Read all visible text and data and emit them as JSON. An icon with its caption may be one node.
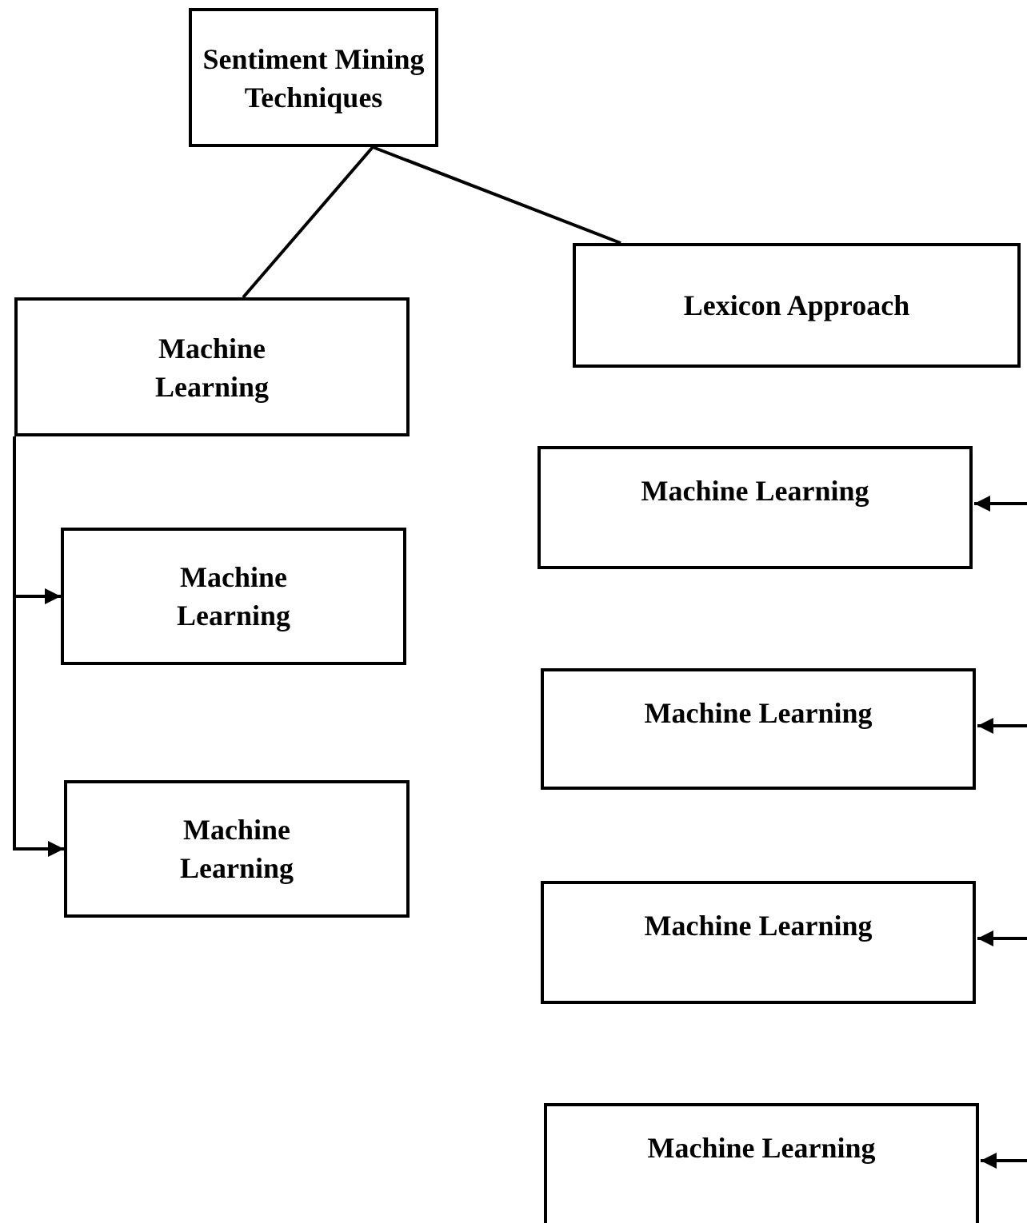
{
  "diagram": {
    "nodes": [
      {
        "text": [
          "Sentiment Mining Techniques"
        ]
      },
      {
        "text": [
          "Machine Learning"
        ]
      },
      {
        "text": [
          "Lexicon Approach"
        ]
      },
      {
        "text": [
          "Machine Learning"
        ]
      },
      {
        "text": [
          "Machine Learning"
        ]
      },
      {
        "text": [
          "Machine Learning"
        ]
      },
      {
        "text": [
          "Machine Learning"
        ]
      },
      {
        "text": [
          "Machine Learning"
        ]
      },
      {
        "text": [
          "Machine Learning"
        ]
      }
    ],
    "edges": [
      {
        "from": 0,
        "to": 1,
        "arrow": "none"
      },
      {
        "from": 0,
        "to": 2,
        "arrow": "none"
      },
      {
        "from": 1,
        "to": 3,
        "arrow": "to"
      },
      {
        "from": 1,
        "to": 4,
        "arrow": "to"
      },
      {
        "from": null,
        "to": 5,
        "arrow": "to"
      },
      {
        "from": null,
        "to": 6,
        "arrow": "to"
      },
      {
        "from": null,
        "to": 7,
        "arrow": "to"
      },
      {
        "from": null,
        "to": 8,
        "arrow": "to"
      }
    ]
  }
}
